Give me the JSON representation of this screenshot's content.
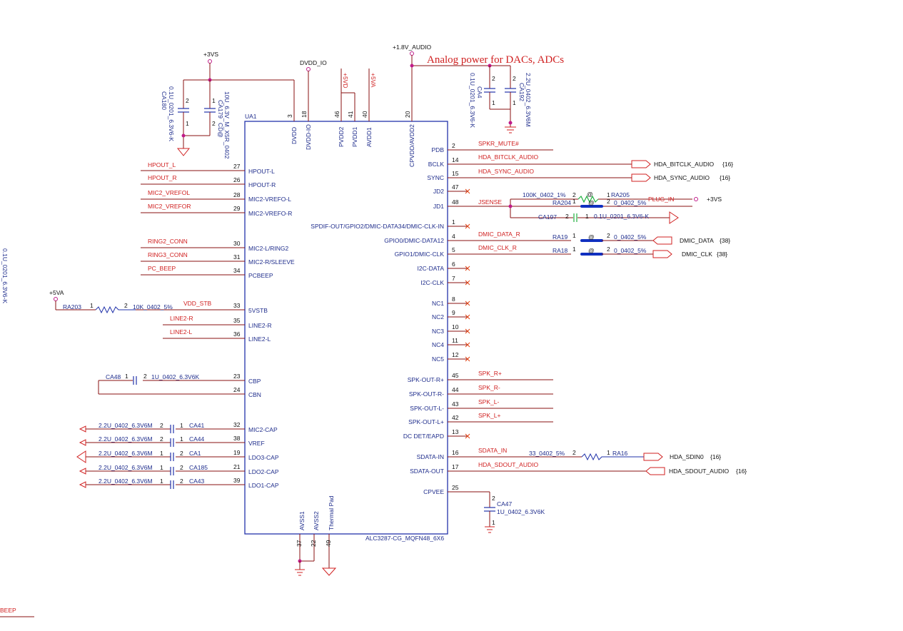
{
  "annotation": "Analog power for DACs, ADCs",
  "chip": {
    "refdes": "UA1",
    "part": "ALC3287-CG_MQFN48_6X6",
    "left_pins": [
      {
        "num": "27",
        "name": "HPOUT-L",
        "net": "HPOUT_L"
      },
      {
        "num": "26",
        "name": "HPOUT-R",
        "net": "HPOUT_R"
      },
      {
        "num": "28",
        "name": "MIC2-VREFO-L",
        "net": "MIC2_VREFOL"
      },
      {
        "num": "29",
        "name": "MIC2-VREFO-R",
        "net": "MIC2_VREFOR"
      },
      {
        "num": "30",
        "name": "MIC2-L/RING2",
        "net": "RING2_CONN"
      },
      {
        "num": "31",
        "name": "MIC2-R/SLEEVE",
        "net": "RING3_CONN"
      },
      {
        "num": "34",
        "name": "PCBEEP",
        "net": "PC_BEEP"
      },
      {
        "num": "33",
        "name": "5VSTB",
        "net": "VDD_STB"
      },
      {
        "num": "35",
        "name": "LINE2-R",
        "net": "LINE2-R"
      },
      {
        "num": "36",
        "name": "LINE2-L",
        "net": "LINE2-L"
      },
      {
        "num": "23",
        "name": "CBP",
        "net": ""
      },
      {
        "num": "24",
        "name": "CBN",
        "net": ""
      },
      {
        "num": "32",
        "name": "MIC2-CAP",
        "net": ""
      },
      {
        "num": "38",
        "name": "VREF",
        "net": ""
      },
      {
        "num": "19",
        "name": "LDO3-CAP",
        "net": ""
      },
      {
        "num": "21",
        "name": "LDO2-CAP",
        "net": ""
      },
      {
        "num": "39",
        "name": "LDO1-CAP",
        "net": ""
      }
    ],
    "right_pins": [
      {
        "num": "2",
        "name": "PDB",
        "net": "SPKR_MUTE#"
      },
      {
        "num": "14",
        "name": "BCLK",
        "net": "HDA_BITCLK_AUDIO"
      },
      {
        "num": "15",
        "name": "SYNC",
        "net": "HDA_SYNC_AUDIO"
      },
      {
        "num": "47",
        "name": "JD2",
        "net": ""
      },
      {
        "num": "48",
        "name": "JD1",
        "net": "JSENSE"
      },
      {
        "num": "1",
        "name": "SPDIF-OUT/GPIO2/DMIC-DATA34/DMIC-CLK-IN",
        "net": ""
      },
      {
        "num": "4",
        "name": "GPIO0/DMIC-DATA12",
        "net": "DMIC_DATA_R"
      },
      {
        "num": "5",
        "name": "GPIO1/DMIC-CLK",
        "net": "DMIC_CLK_R"
      },
      {
        "num": "6",
        "name": "I2C-DATA",
        "net": ""
      },
      {
        "num": "7",
        "name": "I2C-CLK",
        "net": ""
      },
      {
        "num": "8",
        "name": "NC1",
        "net": ""
      },
      {
        "num": "9",
        "name": "NC2",
        "net": ""
      },
      {
        "num": "10",
        "name": "NC3",
        "net": ""
      },
      {
        "num": "11",
        "name": "NC4",
        "net": ""
      },
      {
        "num": "12",
        "name": "NC5",
        "net": ""
      },
      {
        "num": "45",
        "name": "SPK-OUT-R+",
        "net": "SPK_R+"
      },
      {
        "num": "44",
        "name": "SPK-OUT-R-",
        "net": "SPK_R-"
      },
      {
        "num": "43",
        "name": "SPK-OUT-L-",
        "net": "SPK_L-"
      },
      {
        "num": "42",
        "name": "SPK-OUT-L+",
        "net": "SPK_L+"
      },
      {
        "num": "13",
        "name": "DC DET/EAPD",
        "net": ""
      },
      {
        "num": "16",
        "name": "SDATA-IN",
        "net": "SDATA_IN"
      },
      {
        "num": "17",
        "name": "SDATA-OUT",
        "net": "HDA_SDOUT_AUDIO"
      },
      {
        "num": "25",
        "name": "CPVEE",
        "net": ""
      }
    ],
    "top_pins": [
      {
        "num": "3",
        "name": "DVDD"
      },
      {
        "num": "18",
        "name": "DVDD-IO"
      },
      {
        "num": "46",
        "name": "PVDD2"
      },
      {
        "num": "41",
        "name": "PVDD1"
      },
      {
        "num": "40",
        "name": "AVDD1"
      },
      {
        "num": "20",
        "name": "CPVDD/AVDD2"
      }
    ],
    "bottom_pins": [
      {
        "num": "37",
        "name": "AVSS1"
      },
      {
        "num": "22",
        "name": "AVSS2"
      },
      {
        "num": "49",
        "name": "Thermal Pad"
      }
    ]
  },
  "power": {
    "p3vs": "+3VS",
    "dvdd_io": "DVDD_IO",
    "p5vd": "+5VD",
    "p5va": "+5VA",
    "p1v8": "+1.8V_AUDIO",
    "p5va_left": "+5VA",
    "p3vs_right": "+3VS"
  },
  "caps_top": [
    {
      "ref": "CA180",
      "value": "0.1U_0201_6.3V6-K",
      "p1": "1",
      "p2": "2"
    },
    {
      "ref": "CA179",
      "value": "10U_6.3V_M_X5R_0402",
      "extra": "CD@",
      "p1": "1",
      "p2": "2"
    },
    {
      "ref": "CA4",
      "value": "0.1U_0201_6.3V6-K",
      "p1": "1",
      "p2": "2"
    },
    {
      "ref": "CA192",
      "value": "2.2U_0402_6.3V6M",
      "p1": "1",
      "p2": "2"
    }
  ],
  "side_label": "0.1U_0201_6.3V6-K",
  "bottom_left_net": "BEEP",
  "left_parts": {
    "ra203": {
      "ref": "RA203",
      "value": "10K_0402_5%",
      "p1": "1",
      "p2": "2"
    },
    "ca48": {
      "ref": "CA48",
      "value": "1U_0402_6.3V6K",
      "p1": "1",
      "p2": "2"
    },
    "caps": [
      {
        "value": "2.2U_0402_6.3V6M",
        "ref": "CA41",
        "pa": "2",
        "pb": "1"
      },
      {
        "value": "2.2U_0402_6.3V6M",
        "ref": "CA44",
        "pa": "2",
        "pb": "1"
      },
      {
        "value": "2.2U_0402_6.3V6M",
        "ref": "CA1",
        "pa": "1",
        "pb": "2"
      },
      {
        "value": "2.2U_0402_6.3V6M",
        "ref": "CA185",
        "pa": "1",
        "pb": "2"
      },
      {
        "value": "2.2U_0402_6.3V6M",
        "ref": "CA43",
        "pa": "1",
        "pb": "2"
      }
    ]
  },
  "right_parts": {
    "ra205": {
      "ref": "RA205",
      "value": "100K_0402_1%",
      "at": "@",
      "p1": "1",
      "p2": "2"
    },
    "plug_in": "PLUG_IN",
    "ra204": {
      "ref": "RA204",
      "value": "0_0402_5%",
      "at": "@",
      "p1": "1",
      "p2": "2"
    },
    "ca197": {
      "ref": "CA197",
      "value": "0.1U_0201_6.3V6-K",
      "p1": "1",
      "p2": "2"
    },
    "ra19": {
      "ref": "RA19",
      "value": "0_0402_5%",
      "at": "@",
      "p1": "1",
      "p2": "2"
    },
    "ra18": {
      "ref": "RA18",
      "value": "0_0402_5%",
      "at": "@",
      "p1": "1",
      "p2": "2"
    },
    "ra16": {
      "ref": "RA16",
      "value": "33_0402_5%",
      "p1": "1",
      "p2": "2"
    },
    "ca47": {
      "ref": "CA47",
      "value": "1U_0402_6.3V6K",
      "p1": "1",
      "p2": "2"
    }
  },
  "ports": [
    {
      "name": "HDA_BITCLK_AUDIO",
      "page": "{16}"
    },
    {
      "name": "HDA_SYNC_AUDIO",
      "page": "{16}"
    },
    {
      "name": "DMIC_DATA",
      "page": "{38}"
    },
    {
      "name": "DMIC_CLK",
      "page": "{38}"
    },
    {
      "name": "HDA_SDIN0",
      "page": "{16}"
    },
    {
      "name": "HDA_SDOUT_AUDIO",
      "page": "{16}"
    }
  ]
}
